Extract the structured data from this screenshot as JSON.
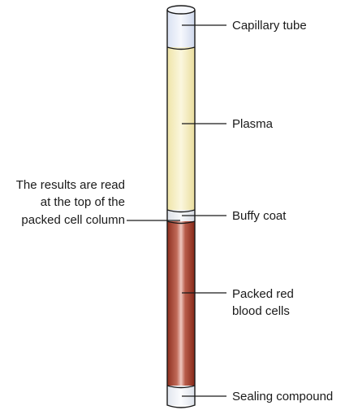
{
  "labels": {
    "capillary_tube": "Capillary tube",
    "plasma": "Plasma",
    "buffy_coat": "Buffy coat",
    "packed_red_line1": "Packed red",
    "packed_red_line2": "blood cells",
    "sealing_compound": "Sealing compound",
    "results_line1": "The results are read",
    "results_line2": "at the top of the",
    "results_line3": "packed cell column"
  },
  "colors": {
    "tube_empty": "#e6ecf8",
    "plasma": "#f8f2c8",
    "buffy_coat": "#eef0f4",
    "red_cells": "#a8402e",
    "red_cells_highlight": "#f0c8c0",
    "sealing_compound": "#f4f6fa",
    "outline": "#1a1a1a"
  }
}
